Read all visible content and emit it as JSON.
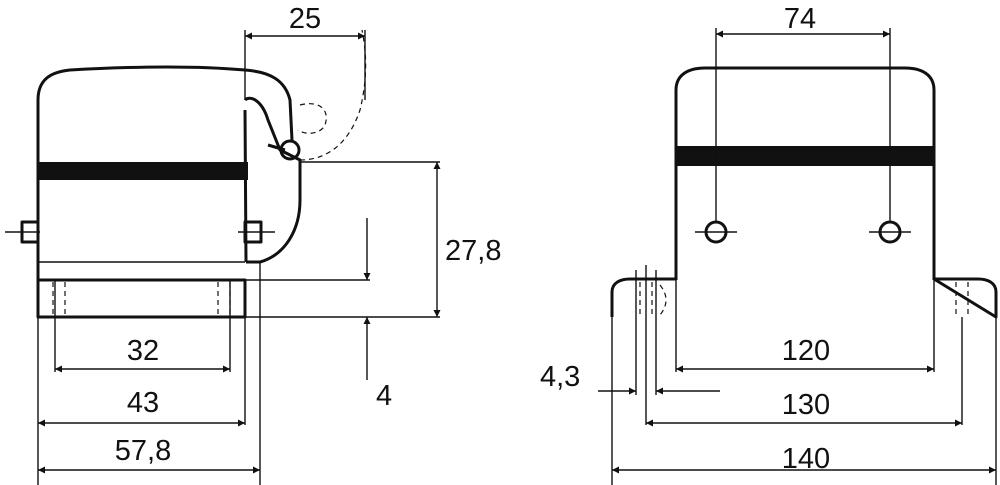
{
  "dimensions": {
    "side_view": {
      "lever_width": "25",
      "height": "27,8",
      "flange_thickness": "4",
      "hole_spacing": "32",
      "base_width": "43",
      "overall_width": "57,8"
    },
    "front_view": {
      "top_spacing": "74",
      "hole_spacing": "120",
      "hole_diameter": "4,3",
      "base_width": "130",
      "overall_width": "140"
    }
  }
}
